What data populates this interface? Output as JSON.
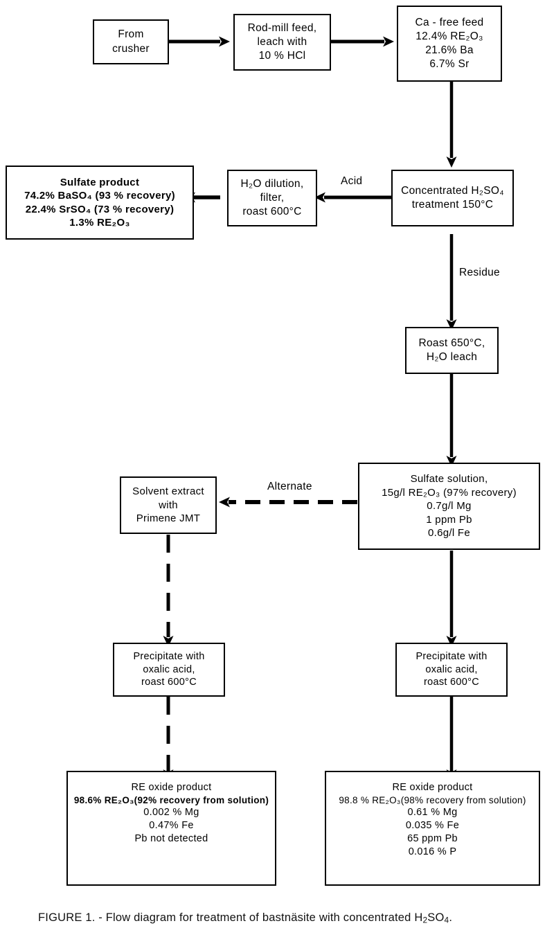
{
  "figure": {
    "caption_prefix": "FIGURE 1. - ",
    "caption_text": "Flow diagram for treatment of bastnäsite with concentrated H",
    "caption_sub": "2",
    "caption_mid": "SO",
    "caption_sub2": "4",
    "caption_suffix": "."
  },
  "colors": {
    "ink": "#000000",
    "paper": "#ffffff"
  },
  "nodes": {
    "from_crusher": {
      "lines": [
        "From",
        "crusher"
      ]
    },
    "rod_mill": {
      "lines": [
        "Rod-mill feed,",
        "leach with",
        "10 %  HCl"
      ]
    },
    "ca_free_feed": {
      "lines": [
        "Ca - free  feed",
        "12.4% RE₂O₃",
        "21.6% Ba",
        "6.7% Sr"
      ]
    },
    "conc_h2so4": {
      "lines": [
        "Concentrated H₂SO₄",
        "treatment 150°C"
      ]
    },
    "h2o_dilution": {
      "lines": [
        "H₂O  dilution,",
        "filter,",
        "roast 600°C"
      ]
    },
    "sulfate_product": {
      "lines": [
        "Sulfate  product",
        "74.2% BaSO₄  (93 % recovery)",
        "22.4% SrSO₄  (73 % recovery)",
        "1.3% RE₂O₃"
      ]
    },
    "roast_leach": {
      "lines": [
        "Roast  650°C,",
        "H₂O  leach"
      ]
    },
    "sulfate_solution": {
      "lines": [
        "Sulfate  solution,",
        "15g/l RE₂O₃ (97% recovery)",
        "0.7g/l Mg",
        "1 ppm Pb",
        "0.6g/l Fe"
      ]
    },
    "solvent_extract": {
      "lines": [
        "Solvent extract",
        "with",
        "Primene JMT"
      ]
    },
    "precipitate_left": {
      "lines": [
        "Precipitate  with",
        "oxalic acid,",
        "roast 600°C"
      ]
    },
    "precipitate_right": {
      "lines": [
        "Precipitate  with",
        "oxalic acid,",
        "roast 600°C"
      ]
    },
    "re_oxide_left": {
      "lines": [
        "RE oxide  product",
        "98.6% RE₂O₃(92% recovery from solution)",
        "0.002 % Mg",
        "0.47% Fe",
        "Pb  not  detected"
      ]
    },
    "re_oxide_right": {
      "lines": [
        "RE  oxide product",
        "98.8 %  RE₂O₃(98% recovery from solution)",
        "0.61 % Mg",
        "0.035 % Fe",
        "65 ppm Pb",
        "0.016 % P"
      ]
    }
  },
  "edge_labels": {
    "acid": "Acid",
    "residue": "Residue",
    "alternate": "Alternate"
  }
}
